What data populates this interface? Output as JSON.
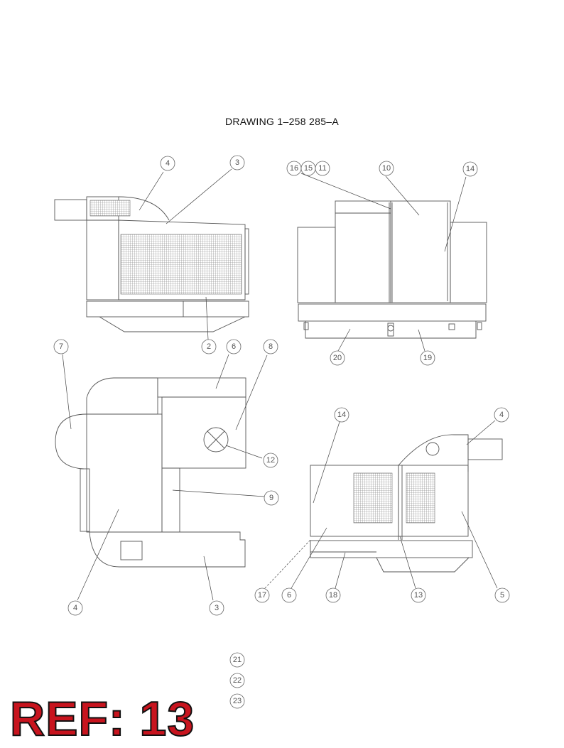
{
  "drawing_title": "DRAWING  1–258 285–A",
  "ref_label": "REF: 13",
  "balloons": {
    "tl_4": "4",
    "tl_3": "3",
    "tl_2": "2",
    "tr_16": "16",
    "tr_15": "15",
    "tr_11": "11",
    "tr_10": "10",
    "tr_14": "14",
    "tr_20": "20",
    "tr_19": "19",
    "ml_7": "7",
    "ml_6": "6",
    "ml_8": "8",
    "ml_12": "12",
    "ml_9": "9",
    "ml_4": "4",
    "ml_3": "3",
    "br_14": "14",
    "br_4": "4",
    "br_17": "17",
    "br_6": "6",
    "br_18": "18",
    "br_13": "13",
    "br_5": "5",
    "leg_21": "21",
    "leg_22": "22",
    "leg_23": "23"
  },
  "colors": {
    "line": "#555555",
    "ref_text": "#c8141e",
    "ref_outline": "#111111"
  }
}
